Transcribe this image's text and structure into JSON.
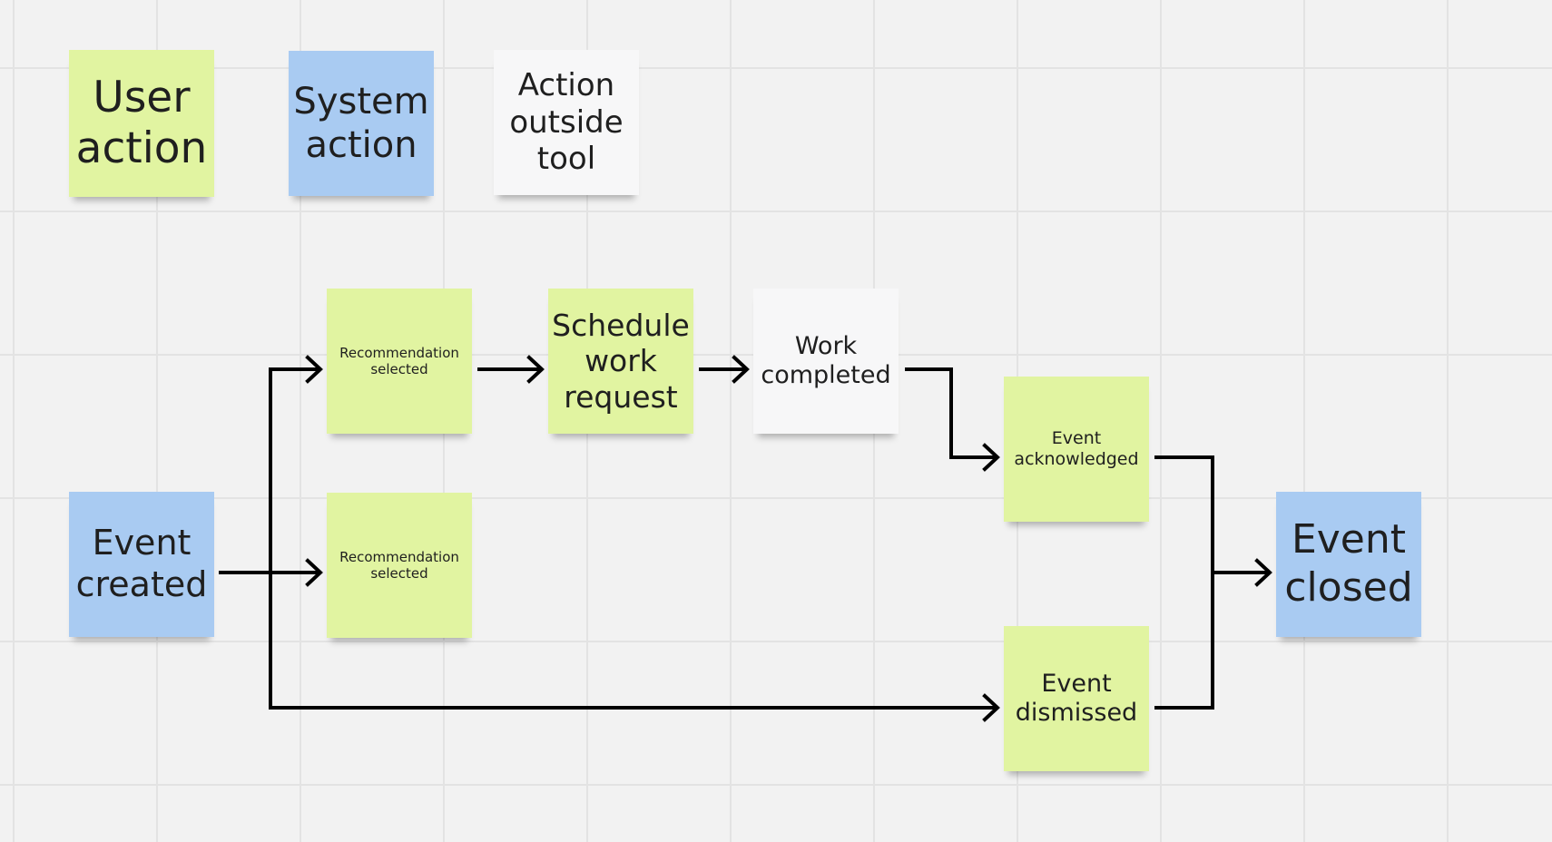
{
  "legend": {
    "user_action": "User action",
    "system_action": "System action",
    "action_outside_tool": "Action outside tool"
  },
  "nodes": {
    "event_created": "Event created",
    "recommendation_selected_top": "Recommendation selected",
    "recommendation_selected_bottom": "Recommendation selected",
    "schedule_work_request": "Schedule work request",
    "work_completed": "Work completed",
    "event_acknowledged": "Event acknowledged",
    "event_dismissed": "Event dismissed",
    "event_closed": "Event closed"
  },
  "colors": {
    "user_action": "#e1f4a1",
    "system_action": "#a9cbf2",
    "action_outside_tool": "#f7f7f8",
    "connector": "#000000",
    "canvas": "#f2f2f2",
    "grid": "#e3e3e3"
  }
}
